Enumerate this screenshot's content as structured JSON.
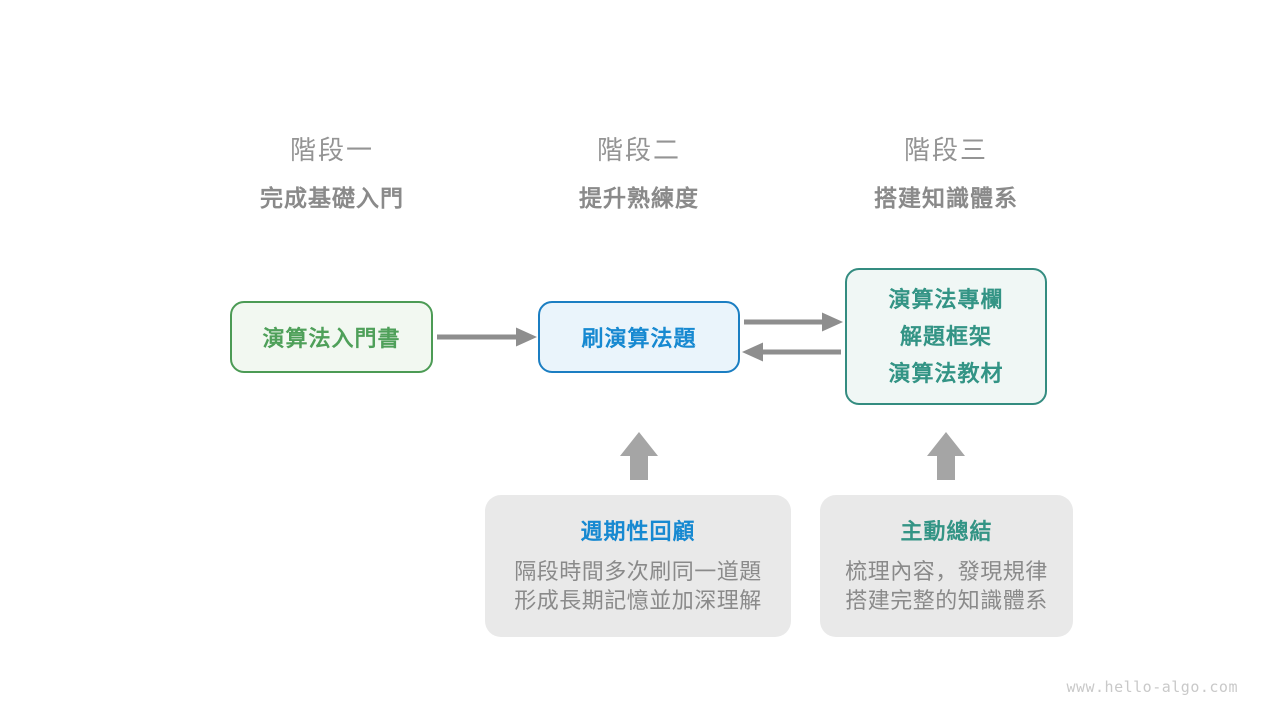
{
  "diagram": {
    "stages": [
      {
        "label": "階段一",
        "subtitle": "完成基礎入門"
      },
      {
        "label": "階段二",
        "subtitle": "提升熟練度"
      },
      {
        "label": "階段三",
        "subtitle": "搭建知識體系"
      }
    ],
    "nodes": [
      {
        "id": "beginner-book",
        "lines": [
          "演算法入門書"
        ],
        "border_color": "#4c9b55",
        "text_color": "#4fa05a",
        "fill": "#f2f8f1"
      },
      {
        "id": "practice-problems",
        "lines": [
          "刷演算法題"
        ],
        "border_color": "#1b7ec2",
        "text_color": "#1789d1",
        "fill": "#eaf4fb"
      },
      {
        "id": "advanced-materials",
        "lines": [
          "演算法專欄",
          "解題框架",
          "演算法教材"
        ],
        "border_color": "#348c80",
        "text_color": "#339485",
        "fill": "#f0f7f5"
      }
    ],
    "connectors": [
      {
        "id": "arrow-book-to-practice",
        "type": "arrow-right"
      },
      {
        "id": "arrow-practice-to-materials",
        "type": "arrow-right"
      },
      {
        "id": "arrow-materials-to-practice",
        "type": "arrow-left"
      },
      {
        "id": "arrow-review-up",
        "type": "arrow-up"
      },
      {
        "id": "arrow-summary-up",
        "type": "arrow-up"
      }
    ],
    "notes": [
      {
        "title": "週期性回顧",
        "title_color": "#1789d1",
        "body": [
          "隔段時間多次刷同一道題",
          "形成長期記憶並加深理解"
        ]
      },
      {
        "title": "主動總結",
        "title_color": "#339485",
        "body": [
          "梳理內容，發現規律",
          "搭建完整的知識體系"
        ]
      }
    ],
    "colors": {
      "stage_label": "#949494",
      "stage_subtitle": "#8a8a8a",
      "arrow": "#8e8e8e",
      "block_arrow": "#a5a5a5",
      "note_bg": "#e9e9e9",
      "note_body_text": "#8a8a8a",
      "watermark_text": "#c9c9c9"
    },
    "watermark": "www.hello-algo.com"
  }
}
